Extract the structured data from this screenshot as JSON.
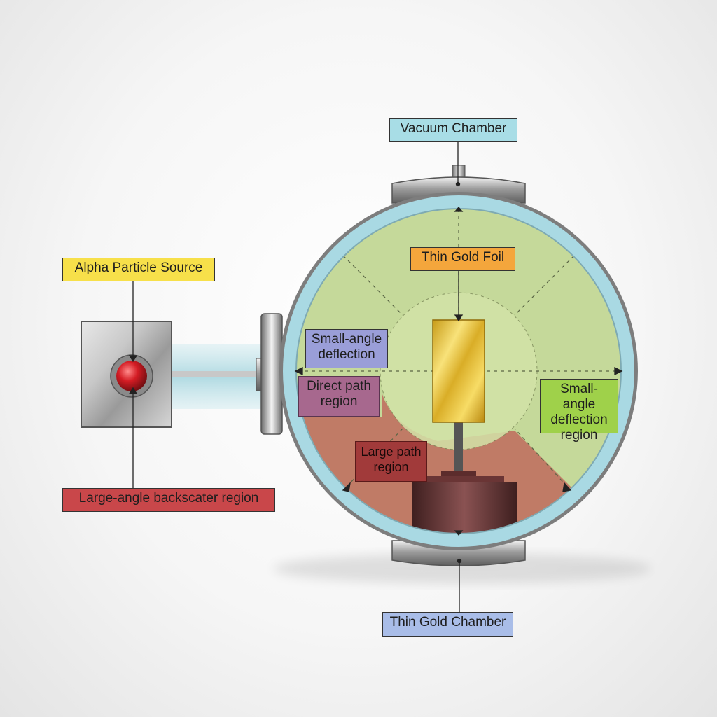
{
  "diagram": {
    "labels": {
      "vacuum_chamber": "Vacuum Chamber",
      "alpha_source": "Alpha Particle Source",
      "thin_gold_foil": "Thin Gold Foil",
      "small_angle_left": [
        "Small-angle",
        "deflection"
      ],
      "direct_path": [
        "Direct path",
        "region"
      ],
      "small_angle_right": [
        "Small-angle",
        "deflection",
        "region"
      ],
      "large_path": [
        "Large path",
        "region"
      ],
      "backscatter": "Large-angle backscater region",
      "thin_gold_chamber": "Thin Gold Chamber"
    },
    "colors": {
      "vacuum_chamber_label": "#a8dde6",
      "alpha_source_label": "#f7e04a",
      "thin_gold_foil_label": "#f4a63c",
      "small_angle_left_label": "#9a9ed8",
      "direct_path_label": "#a7688e",
      "small_angle_right_label": "#9fd14a",
      "large_path_label": "#a13a3a",
      "backscatter_label": "#c9474a",
      "thin_gold_chamber_label": "#a9bde8",
      "chamber_interior": "#c5d99a",
      "chamber_ring": "#a9d9e3",
      "backscatter_zone": "#c07b66",
      "gold_foil": "#e9c63a",
      "source_ball": "#d41c24"
    }
  }
}
